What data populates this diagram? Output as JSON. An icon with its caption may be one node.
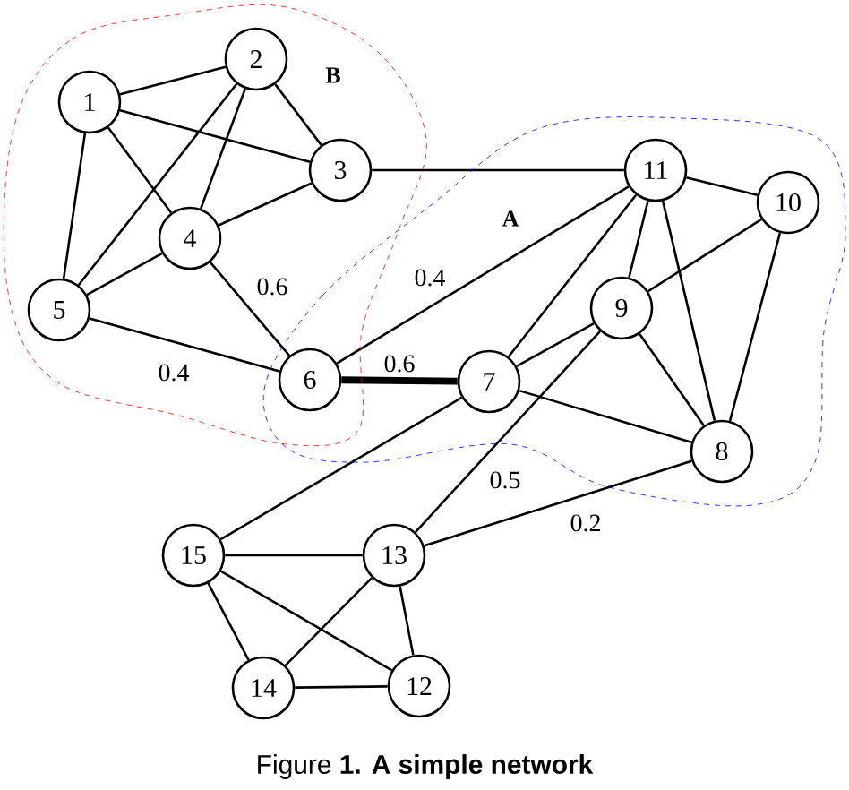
{
  "diagram": {
    "caption": "Figure **1. A simple network**",
    "nodes": [
      {
        "text": [
          "B"
        ]
      },
      {
        "text": [
          "A"
        ]
      },
      {
        "text": [
          "1"
        ],
        "in": 0
      },
      {
        "text": [
          "2"
        ],
        "in": 0
      },
      {
        "text": [
          "3"
        ],
        "in": 0
      },
      {
        "text": [
          "4"
        ],
        "in": 0
      },
      {
        "text": [
          "5"
        ],
        "in": 0
      },
      {
        "text": [
          "6"
        ]
      },
      {
        "text": [
          "7"
        ],
        "in": 1
      },
      {
        "text": [
          "8"
        ],
        "in": 1
      },
      {
        "text": [
          "9"
        ],
        "in": 1
      },
      {
        "text": [
          "10"
        ],
        "in": 1
      },
      {
        "text": [
          "11"
        ],
        "in": 1
      },
      {
        "text": [
          "12"
        ]
      },
      {
        "text": [
          "13"
        ]
      },
      {
        "text": [
          "14"
        ]
      },
      {
        "text": [
          "15"
        ]
      }
    ],
    "edges": [
      {
        "from": 2,
        "to": 3,
        "arrow": "none"
      },
      {
        "from": 2,
        "to": 4,
        "arrow": "none"
      },
      {
        "from": 2,
        "to": 5,
        "arrow": "none"
      },
      {
        "from": 2,
        "to": 6,
        "arrow": "none"
      },
      {
        "from": 3,
        "to": 4,
        "arrow": "none"
      },
      {
        "from": 3,
        "to": 5,
        "arrow": "none"
      },
      {
        "from": 3,
        "to": 6,
        "arrow": "none"
      },
      {
        "from": 4,
        "to": 5,
        "arrow": "none"
      },
      {
        "from": 5,
        "to": 6,
        "arrow": "none"
      },
      {
        "from": 6,
        "to": 7,
        "arrow": "none",
        "label": "0.4"
      },
      {
        "from": 5,
        "to": 7,
        "arrow": "none",
        "label": "0.6"
      },
      {
        "from": 4,
        "to": 12,
        "arrow": "none"
      },
      {
        "from": 7,
        "to": 12,
        "arrow": "none",
        "label": "0.4"
      },
      {
        "from": 7,
        "to": 8,
        "arrow": "none",
        "label": "0.6",
        "style": "thick"
      },
      {
        "from": 8,
        "to": 12,
        "arrow": "none"
      },
      {
        "from": 8,
        "to": 10,
        "arrow": "none"
      },
      {
        "from": 8,
        "to": 9,
        "arrow": "none"
      },
      {
        "from": 8,
        "to": 16,
        "arrow": "none"
      },
      {
        "from": 10,
        "to": 12,
        "arrow": "none"
      },
      {
        "from": 10,
        "to": 11,
        "arrow": "none"
      },
      {
        "from": 10,
        "to": 9,
        "arrow": "none"
      },
      {
        "from": 12,
        "to": 11,
        "arrow": "none"
      },
      {
        "from": 12,
        "to": 9,
        "arrow": "none"
      },
      {
        "from": 11,
        "to": 9,
        "arrow": "none"
      },
      {
        "from": 10,
        "to": 14,
        "arrow": "none",
        "label": "0.5"
      },
      {
        "from": 14,
        "to": 9,
        "arrow": "none",
        "label": "0.2"
      },
      {
        "from": 16,
        "to": 14,
        "arrow": "none"
      },
      {
        "from": 16,
        "to": 15,
        "arrow": "none"
      },
      {
        "from": 16,
        "to": 13,
        "arrow": "none"
      },
      {
        "from": 14,
        "to": 15,
        "arrow": "none"
      },
      {
        "from": 14,
        "to": 13,
        "arrow": "none"
      },
      {
        "from": 15,
        "to": 13,
        "arrow": "none"
      }
    ]
  }
}
